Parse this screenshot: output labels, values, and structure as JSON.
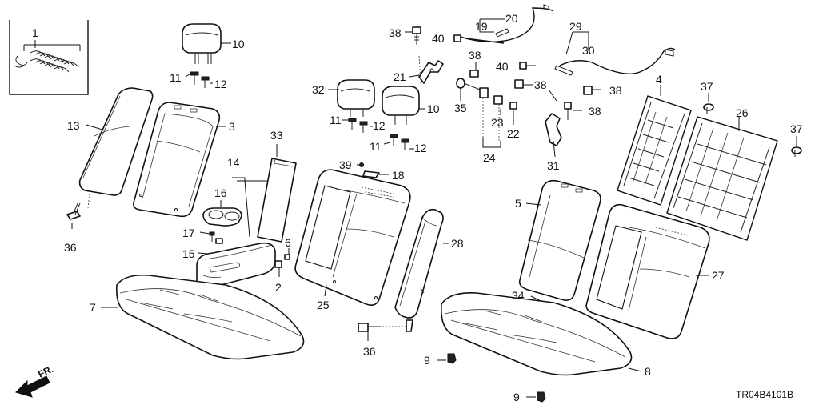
{
  "callouts": {
    "c1": "1",
    "c2": "2",
    "c3": "3",
    "c4": "4",
    "c5": "5",
    "c6": "6",
    "c7": "7",
    "c8": "8",
    "c9a": "9",
    "c9b": "9",
    "c10a": "10",
    "c10b": "10",
    "c11a": "11",
    "c11b": "11",
    "c11c": "11",
    "c12a": "12",
    "c12b": "12",
    "c12c": "12",
    "c13": "13",
    "c14": "14",
    "c15": "15",
    "c16": "16",
    "c17": "17",
    "c18": "18",
    "c19": "19",
    "c20": "20",
    "c21": "21",
    "c22": "22",
    "c23": "23",
    "c24": "24",
    "c25": "25",
    "c26": "26",
    "c27": "27",
    "c28": "28",
    "c29": "29",
    "c30": "30",
    "c31": "31",
    "c32": "32",
    "c33": "33",
    "c34": "34",
    "c35": "35",
    "c36a": "36",
    "c36b": "36",
    "c37a": "37",
    "c37b": "37",
    "c38a": "38",
    "c38b": "38",
    "c38c": "38",
    "c38d": "38",
    "c38e": "38",
    "c39": "39",
    "c40a": "40",
    "c40b": "40"
  },
  "front_indicator": "FR.",
  "diagram_code": "TR04B4101B"
}
